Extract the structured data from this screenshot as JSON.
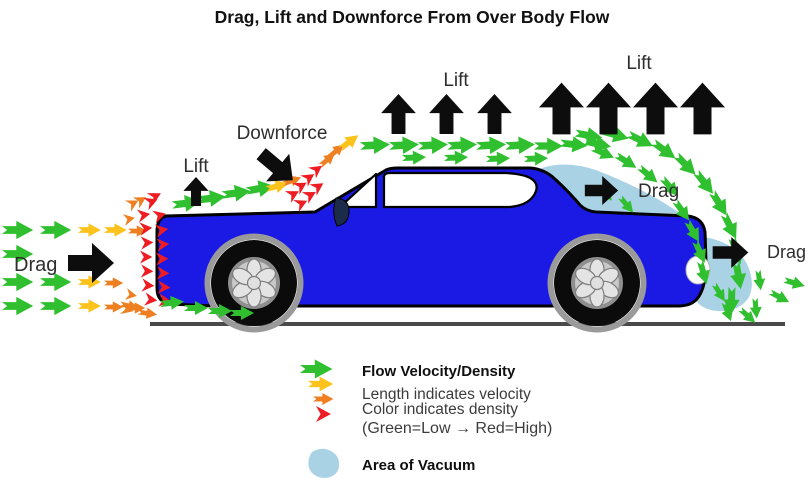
{
  "title": "Drag, Lift and Downforce From Over Body Flow",
  "labels": {
    "drag_front": "Drag",
    "lift_hood": "Lift",
    "downforce": "Downforce",
    "lift_roof": "Lift",
    "lift_rear": "Lift",
    "drag_wake": "Drag",
    "drag_rear": "Drag"
  },
  "legend": {
    "flow_title": "Flow Velocity/Density",
    "flow_line1": "Length indicates velocity",
    "flow_line2": "Color indicates density",
    "flow_line3": "(Green=Low → Red=High)",
    "vacuum_title": "Area of Vacuum"
  },
  "icons": {
    "flow_arrow": "notched-right-arrow",
    "force_arrow_up": "fat-up-arrow",
    "force_arrow_right": "fat-right-arrow",
    "vacuum_swatch": "rounded-blob"
  },
  "colors": {
    "car_blue": "#1b1ae4",
    "vacuum_blue": "#a9d3e5",
    "flow_green": "#2fbf2f",
    "flow_yellow": "#fcc31d",
    "flow_orange": "#ee8022",
    "flow_red": "#ee1c23",
    "force_black": "#0d0d0d",
    "ground_gray": "#4a4a4a",
    "title_text": "#111111",
    "label_text": "#2e2e2e",
    "legend_text": "#3c3c3c",
    "window_white": "#ffffff",
    "wheel_gray": "#9a9a9a",
    "hub_gray": "#c9c9c9"
  }
}
